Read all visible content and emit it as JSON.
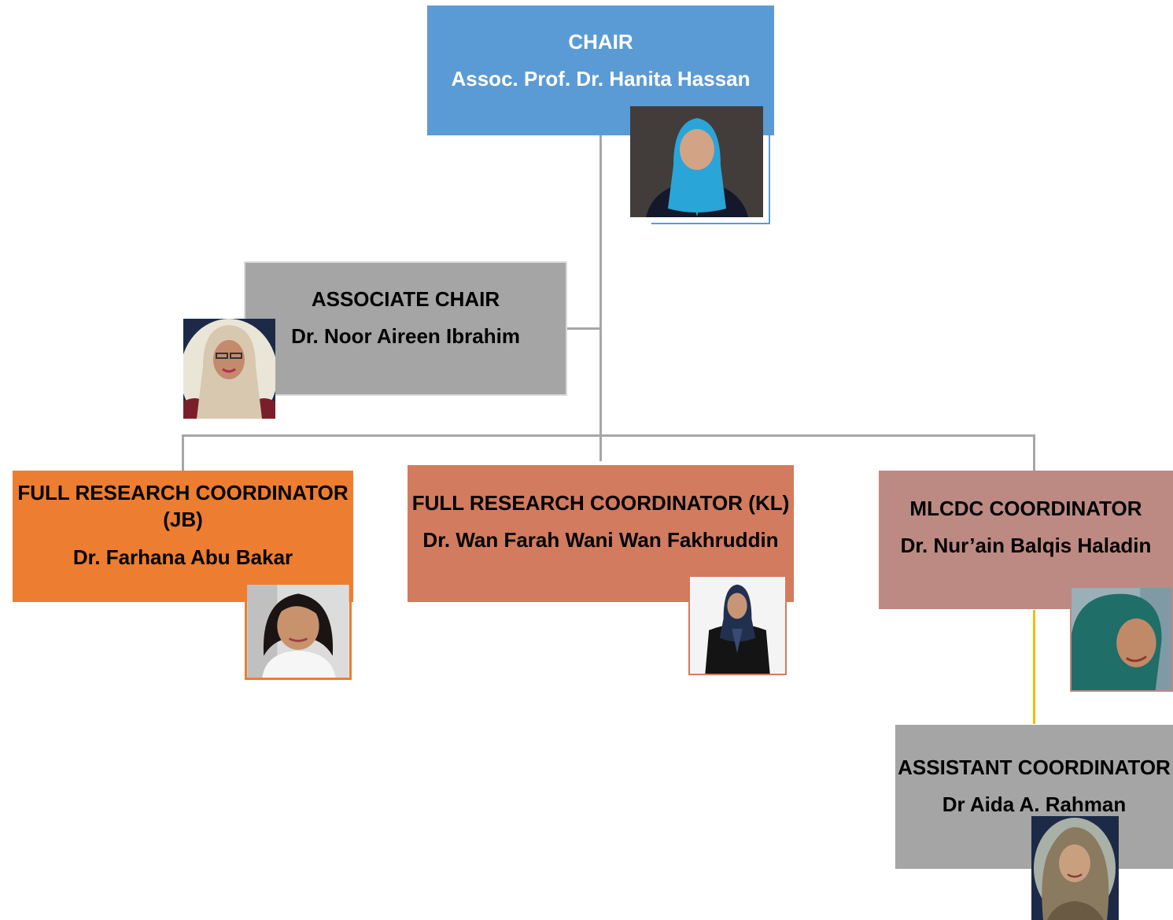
{
  "colors": {
    "chair": "#5b9bd5",
    "associate": "#a5a5a5",
    "coordinator_jb": "#ed7d31",
    "coordinator_kl": "#d27b5e",
    "mlcdc": "#bc8a82",
    "assistant": "#a5a5a5",
    "connector": "#a6a6a6",
    "connector_sub": "#f0c000"
  },
  "nodes": {
    "chair": {
      "title": "CHAIR",
      "name": "Assoc. Prof. Dr. Hanita Hassan",
      "photo_icon": "person-photo"
    },
    "associate_chair": {
      "title": "ASSOCIATE CHAIR",
      "name": "Dr. Noor Aireen Ibrahim",
      "photo_icon": "person-photo"
    },
    "coordinator_jb": {
      "title": "FULL RESEARCH COORDINATOR (JB)",
      "name": "Dr. Farhana Abu Bakar",
      "photo_icon": "person-photo"
    },
    "coordinator_kl": {
      "title": "FULL RESEARCH COORDINATOR (KL)",
      "name": "Dr. Wan Farah Wani Wan Fakhruddin",
      "photo_icon": "person-photo"
    },
    "mlcdc_coordinator": {
      "title": "MLCDC COORDINATOR",
      "name": "Dr. Nur’ain Balqis Haladin",
      "photo_icon": "person-photo"
    },
    "assistant_coordinator": {
      "title": "ASSISTANT COORDINATOR",
      "name": "Dr Aida A. Rahman",
      "photo_icon": "person-photo"
    }
  }
}
